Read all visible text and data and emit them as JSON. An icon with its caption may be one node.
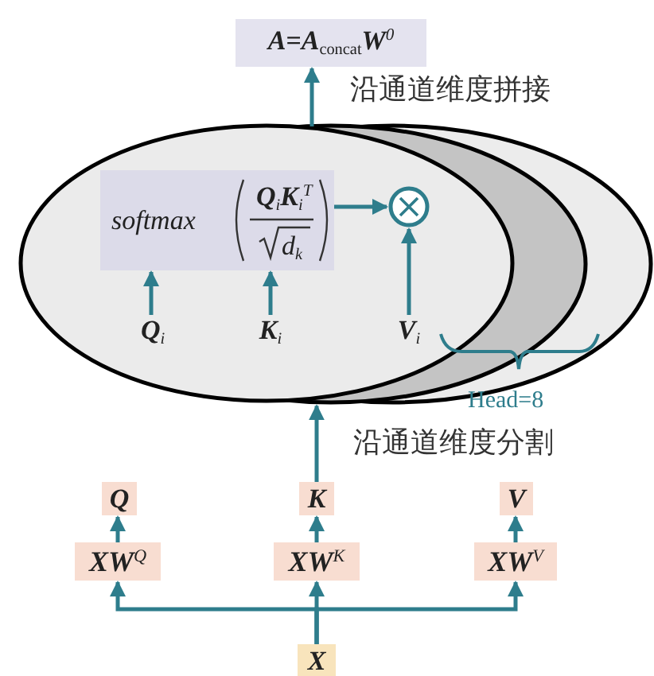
{
  "diagram": {
    "nodes": [
      {
        "text": [
          "A=A$_{concat}$W$^{0}$"
        ]
      },
      {
        "text": [],
        "shape": "ellipse"
      },
      {
        "text": [
          "softmax",
          "Q$_{i}$K$_{i}$$^{T}$",
          "d$_{k}$"
        ],
        "in": 1
      },
      {
        "text": [],
        "shape": "circle",
        "in": 1
      },
      {
        "text": [
          "Q$_{i}$"
        ],
        "in": 1
      },
      {
        "text": [
          "K$_{i}$"
        ],
        "in": 1
      },
      {
        "text": [
          "V$_{i}$"
        ],
        "in": 1
      },
      {
        "text": [
          "Q"
        ]
      },
      {
        "text": [
          "K"
        ]
      },
      {
        "text": [
          "V"
        ]
      },
      {
        "text": [
          "XW$^{Q}$"
        ]
      },
      {
        "text": [
          "XW$^{K}$"
        ]
      },
      {
        "text": [
          "XW$^{V}$"
        ]
      },
      {
        "text": [
          "X"
        ]
      }
    ],
    "edges": [
      {
        "from": 1,
        "to": 0,
        "arrow": "to"
      },
      {
        "from": 2,
        "to": 3,
        "arrow": "to"
      },
      {
        "from": 4,
        "to": 2,
        "arrow": "to"
      },
      {
        "from": 5,
        "to": 2,
        "arrow": "to"
      },
      {
        "from": 6,
        "to": 3,
        "arrow": "to"
      },
      {
        "from": 8,
        "to": 1,
        "arrow": "to"
      },
      {
        "from": 10,
        "to": 7,
        "arrow": "to"
      },
      {
        "from": 11,
        "to": 8,
        "arrow": "to"
      },
      {
        "from": 12,
        "to": 9,
        "arrow": "to"
      },
      {
        "from": 13,
        "to": 10,
        "arrow": "to"
      },
      {
        "from": 13,
        "to": 11,
        "arrow": "to"
      },
      {
        "from": 13,
        "to": 12,
        "arrow": "to"
      }
    ],
    "labels": [
      "沿通道维度拼接",
      "Head=8",
      "沿通道维度分割"
    ]
  }
}
